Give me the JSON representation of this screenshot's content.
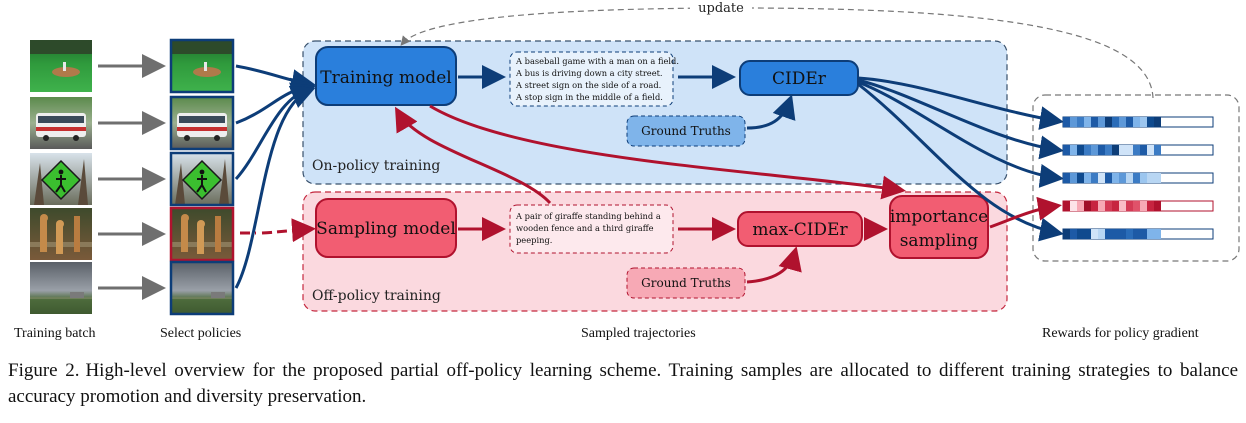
{
  "caption": {
    "label": "Figure 2.",
    "text": "High-level overview for the proposed partial off-policy learning scheme.  Training samples are allocated to different training strategies to balance accuracy promotion and diversity preservation."
  },
  "labels": {
    "training_batch": "Training batch",
    "select_policies": "Select policies",
    "sampled_trajectories": "Sampled trajectories",
    "rewards": "Rewards for policy gradient",
    "update": "update"
  },
  "on_policy": {
    "region_label": "On-policy training",
    "model": "Training model",
    "captions": [
      "A baseball game with a man on a field.",
      "A bus is driving down a city street.",
      "A street sign on the side of a road.",
      "A stop sign in the middle of a field."
    ],
    "metric": "CIDEr",
    "ground_truths": "Ground Truths"
  },
  "off_policy": {
    "region_label": "Off-policy training",
    "model": "Sampling model",
    "captions": [
      "A pair of giraffe standing behind a",
      "wooden fence and a third giraffe",
      "peeping."
    ],
    "metric": "max-CIDEr",
    "ground_truths": "Ground Truths",
    "importance": [
      "importance",
      "sampling"
    ]
  },
  "images": [
    "baseball-photo",
    "bus-photo",
    "street-sign-photo",
    "giraffe-photo",
    "field-photo"
  ],
  "colors": {
    "on_bg": "#cfe3f8",
    "on_box": "#2a7fdc",
    "off_bg": "#fbd9df",
    "off_box": "#f25d72",
    "blue_arrow": "#0d3d78",
    "red_arrow": "#b0122e",
    "gray_arrow": "#6f6f6f"
  }
}
